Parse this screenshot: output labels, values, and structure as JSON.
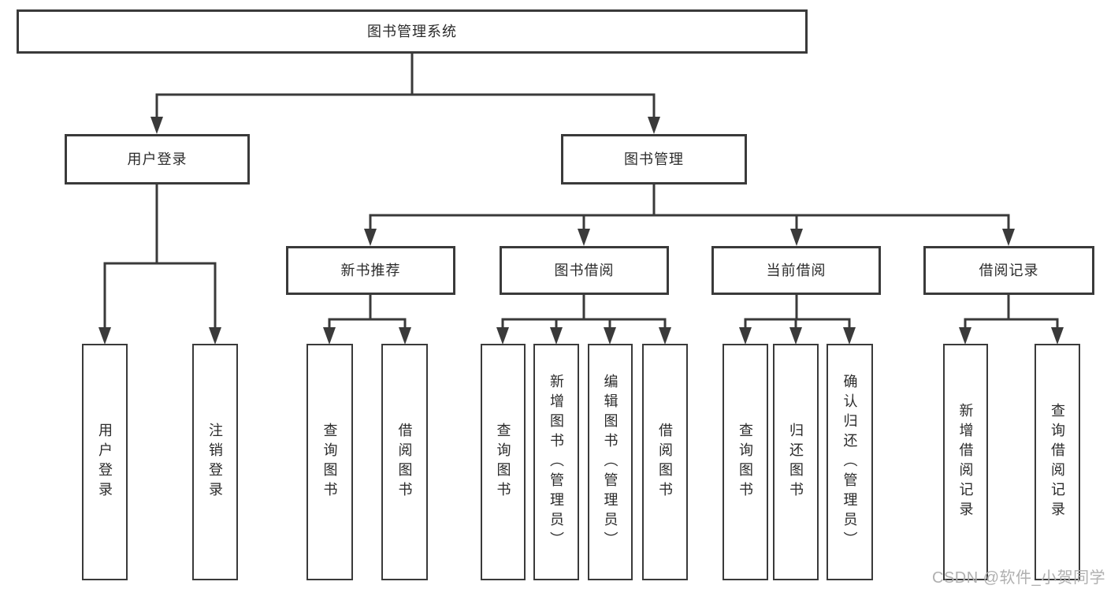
{
  "diagram": {
    "type": "tree",
    "title": "图书管理系统",
    "tree": {
      "label": "图书管理系统",
      "children": [
        {
          "label": "用户登录",
          "children": [
            {
              "label": "用户登录"
            },
            {
              "label": "注销登录"
            }
          ]
        },
        {
          "label": "图书管理",
          "children": [
            {
              "label": "新书推荐",
              "children": [
                {
                  "label": "查询图书"
                },
                {
                  "label": "借阅图书"
                }
              ]
            },
            {
              "label": "图书借阅",
              "children": [
                {
                  "label": "查询图书"
                },
                {
                  "label": "新增图书（管理员）"
                },
                {
                  "label": "编辑图书（管理员）"
                },
                {
                  "label": "借阅图书"
                }
              ]
            },
            {
              "label": "当前借阅",
              "children": [
                {
                  "label": "查询图书"
                },
                {
                  "label": "归还图书"
                },
                {
                  "label": "确认归还（管理员）"
                }
              ]
            },
            {
              "label": "借阅记录",
              "children": [
                {
                  "label": "新增借阅记录"
                },
                {
                  "label": "查询借阅记录"
                }
              ]
            }
          ]
        }
      ]
    },
    "colors": {
      "line": "#3a3a3a",
      "box_border": "#3a3a3a",
      "box_fill": "#ffffff",
      "text": "#2b2b2b",
      "background": "#ffffff"
    }
  },
  "watermark": {
    "text": "CSDN @软件_小贺同学",
    "color": "#b0b0b0"
  }
}
